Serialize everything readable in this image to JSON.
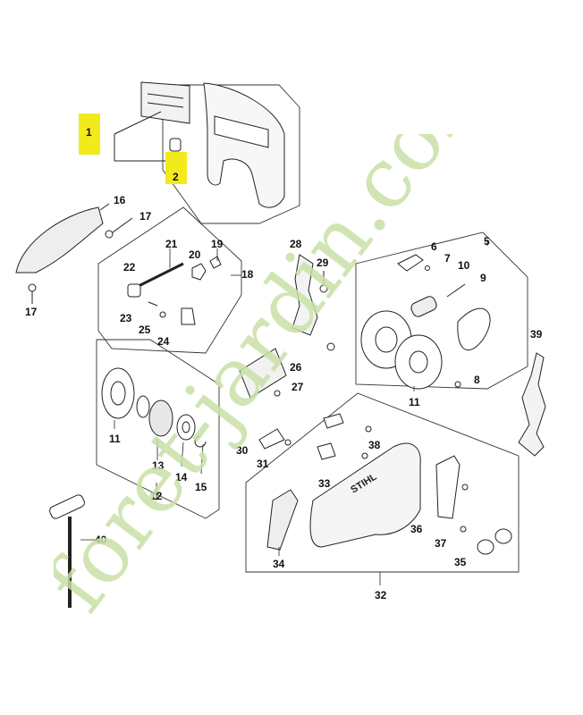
{
  "watermark": {
    "text": "foret-jardin.com"
  },
  "callouts": [
    {
      "id": "c1",
      "text": "1"
    },
    {
      "id": "c2",
      "text": "2"
    },
    {
      "id": "c16",
      "text": "16"
    },
    {
      "id": "c17a",
      "text": "17"
    },
    {
      "id": "c17b",
      "text": "17"
    },
    {
      "id": "c21",
      "text": "21"
    },
    {
      "id": "c19",
      "text": "19"
    },
    {
      "id": "c20",
      "text": "20"
    },
    {
      "id": "c22",
      "text": "22"
    },
    {
      "id": "c18",
      "text": "18"
    },
    {
      "id": "c23",
      "text": "23"
    },
    {
      "id": "c25",
      "text": "25"
    },
    {
      "id": "c24",
      "text": "24"
    },
    {
      "id": "c28",
      "text": "28"
    },
    {
      "id": "c29",
      "text": "29"
    },
    {
      "id": "c6",
      "text": "6"
    },
    {
      "id": "c5",
      "text": "5"
    },
    {
      "id": "c7",
      "text": "7"
    },
    {
      "id": "c10",
      "text": "10"
    },
    {
      "id": "c9",
      "text": "9"
    },
    {
      "id": "c39",
      "text": "39"
    },
    {
      "id": "c26",
      "text": "26"
    },
    {
      "id": "c27",
      "text": "27"
    },
    {
      "id": "c8",
      "text": "8"
    },
    {
      "id": "c11a",
      "text": "11"
    },
    {
      "id": "c11b",
      "text": "11"
    },
    {
      "id": "c13",
      "text": "13"
    },
    {
      "id": "c14",
      "text": "14"
    },
    {
      "id": "c12",
      "text": "12"
    },
    {
      "id": "c15",
      "text": "15"
    },
    {
      "id": "c30",
      "text": "30"
    },
    {
      "id": "c31",
      "text": "31"
    },
    {
      "id": "c38",
      "text": "38"
    },
    {
      "id": "c33",
      "text": "33"
    },
    {
      "id": "c34",
      "text": "34"
    },
    {
      "id": "c36",
      "text": "36"
    },
    {
      "id": "c37",
      "text": "37"
    },
    {
      "id": "c35",
      "text": "35"
    },
    {
      "id": "c32",
      "text": "32"
    },
    {
      "id": "c40",
      "text": "40"
    }
  ],
  "cover": {
    "brand": "STIHL"
  },
  "colors": {
    "highlight": "#f3ea1c",
    "line": "#222222",
    "watermark_green": "#c9dfa6",
    "watermark_gray": "#cfc8bc"
  }
}
